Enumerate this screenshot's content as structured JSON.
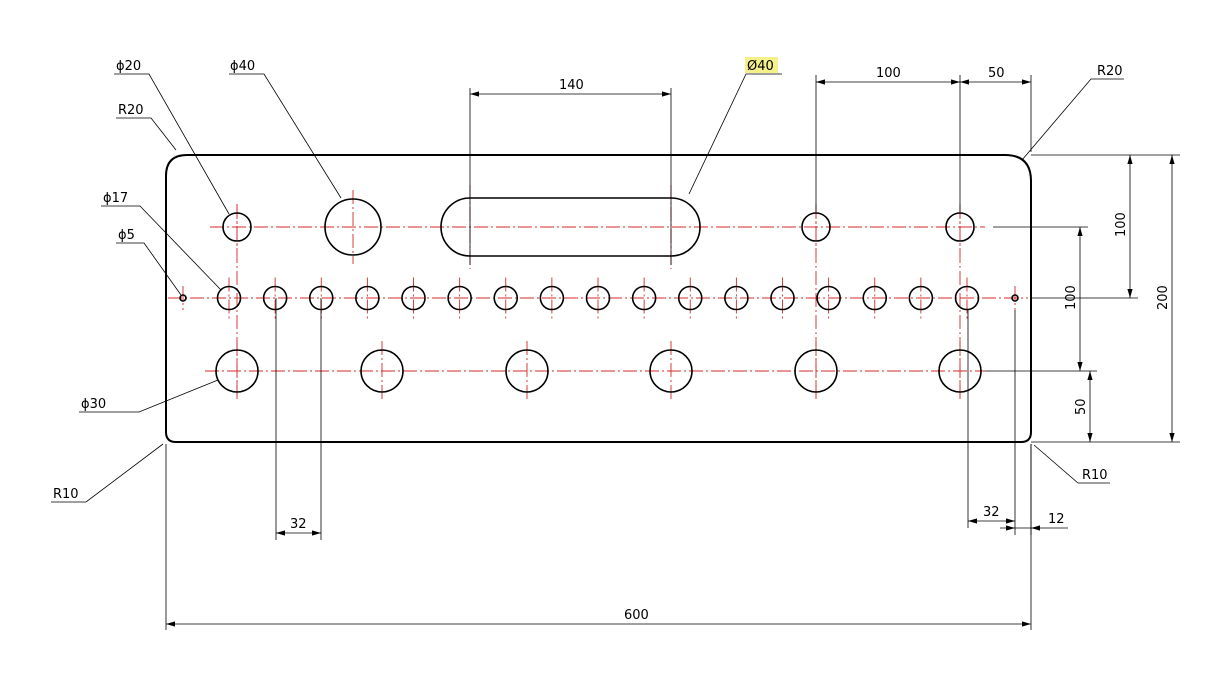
{
  "labels": {
    "phi20": "ϕ20",
    "phi40": "ϕ40",
    "slot_diameter": "Ø40",
    "r20_top_left": "R20",
    "r20_top_right": "R20",
    "phi17": "ϕ17",
    "phi5": "ϕ5",
    "phi30": "ϕ30",
    "r10_bottom_left": "R10",
    "r10_bottom_right": "R10",
    "dim_140": "140",
    "dim_100_top": "100",
    "dim_50_top": "50",
    "dim_100_right_upper": "100",
    "dim_100_right_mid": "100",
    "dim_200": "200",
    "dim_50_right": "50",
    "dim_32_left": "32",
    "dim_32_right": "32",
    "dim_12": "12",
    "dim_600": "600"
  },
  "colors": {
    "outline": "#000000",
    "centerline": "#d42a2a",
    "highlight": "#f4f08a"
  }
}
